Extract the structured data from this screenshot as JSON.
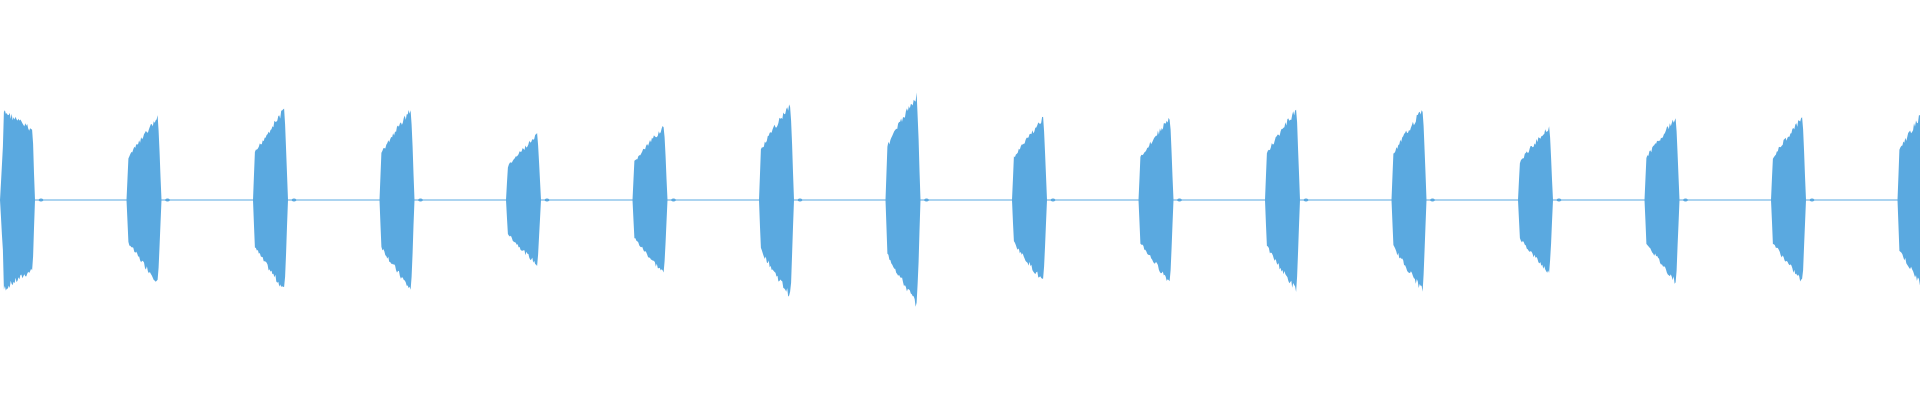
{
  "waveform": {
    "color": "#5aa9e0",
    "baseline_color": "#5aa9e0",
    "background": "#ffffff",
    "bursts": [
      {
        "peak": 0.52,
        "shape": "decay"
      },
      {
        "peak": 0.58,
        "shape": "rise"
      },
      {
        "peak": 0.64,
        "shape": "rise"
      },
      {
        "peak": 0.64,
        "shape": "rise"
      },
      {
        "peak": 0.46,
        "shape": "rise"
      },
      {
        "peak": 0.52,
        "shape": "rise"
      },
      {
        "peak": 0.68,
        "shape": "rise"
      },
      {
        "peak": 0.74,
        "shape": "rise"
      },
      {
        "peak": 0.58,
        "shape": "rise"
      },
      {
        "peak": 0.58,
        "shape": "rise"
      },
      {
        "peak": 0.64,
        "shape": "rise"
      },
      {
        "peak": 0.64,
        "shape": "rise"
      },
      {
        "peak": 0.52,
        "shape": "rise"
      },
      {
        "peak": 0.58,
        "shape": "rise"
      },
      {
        "peak": 0.58,
        "shape": "rise"
      },
      {
        "peak": 0.68,
        "shape": "partial"
      }
    ],
    "burst_count": 16
  }
}
